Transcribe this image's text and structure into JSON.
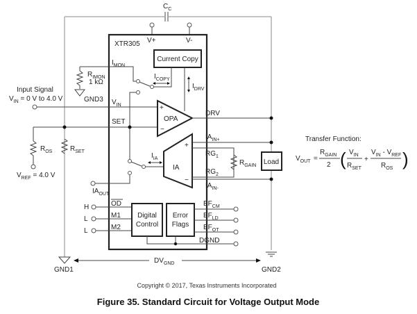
{
  "figure": {
    "caption": "Figure 35.  Standard Circuit for Voltage Output Mode",
    "copyright": "Copyright © 2017, Texas Instruments Incorporated"
  },
  "chip": {
    "name": "XTR305",
    "supply_pins": [
      {
        "label": "V+"
      },
      {
        "label": "V-"
      }
    ],
    "blocks": {
      "current_copy": "Current Copy",
      "opa": "OPA",
      "ia": "IA",
      "digital_control_line1": "Digital",
      "digital_control_line2": "Control",
      "error_flags_line1": "Error",
      "error_flags_line2": "Flags"
    },
    "pins_left": {
      "imon": {
        "main": "I",
        "sub": "MON"
      },
      "vin": {
        "main": "V",
        "sub": "IN"
      },
      "set": {
        "main": "SET",
        "sub": ""
      },
      "iaout": {
        "main": "IA",
        "sub": "OUT"
      },
      "od": {
        "main": "OD",
        "sub": ""
      },
      "m1": {
        "main": "M1",
        "sub": ""
      },
      "m2": {
        "main": "M2",
        "sub": ""
      }
    },
    "pins_right": {
      "drv": {
        "main": "DRV",
        "sub": ""
      },
      "iain_plus": {
        "main": "IA",
        "sub": "IN+"
      },
      "rg1": {
        "main": "RG",
        "sub": "1"
      },
      "rg2": {
        "main": "RG",
        "sub": "2"
      },
      "iain_minus": {
        "main": "IA",
        "sub": "IN-"
      },
      "efcm": {
        "main": "EF",
        "sub": "CM"
      },
      "efld": {
        "main": "EF",
        "sub": "LD"
      },
      "efot": {
        "main": "EF",
        "sub": "OT"
      },
      "dgnd": {
        "main": "DGND",
        "sub": ""
      }
    },
    "internal": {
      "icopy": {
        "main": "I",
        "sub": "COPY"
      },
      "idrv": {
        "main": "I",
        "sub": "DRV"
      },
      "iia": {
        "main": "I",
        "sub": "IA"
      },
      "opa_plus": "+",
      "opa_minus": "−",
      "ia_plus": "+",
      "ia_minus": "−"
    }
  },
  "external": {
    "cc": {
      "main": "C",
      "sub": "C"
    },
    "rimon": {
      "main": "R",
      "sub": "IMON",
      "value": "1 kΩ"
    },
    "gnd3": "GND3",
    "input_signal_title": "Input Signal",
    "input_signal": {
      "main": "V",
      "sub": "IN",
      "rest": " = 0 V to 4.0 V"
    },
    "ros": {
      "main": "R",
      "sub": "OS"
    },
    "rset": {
      "main": "R",
      "sub": "SET"
    },
    "vref": {
      "main": "V",
      "sub": "REF",
      "rest": " = 4.0 V"
    },
    "rgain": {
      "main": "R",
      "sub": "GAIN"
    },
    "load": "Load",
    "logic_levels": {
      "od": "H",
      "m1": "L",
      "m2": "L"
    },
    "gnd1": "GND1",
    "gnd2": "GND2",
    "dvgnd": {
      "main": "DV",
      "sub": "GND"
    }
  },
  "transfer_function": {
    "title": "Transfer Function:",
    "lhs": {
      "main": "V",
      "sub": "OUT"
    },
    "eq": "=",
    "frac1_num": {
      "main": "R",
      "sub": "GAIN"
    },
    "frac1_den": "2",
    "paren_open": "(",
    "frac2_num": {
      "main": "V",
      "sub": "IN"
    },
    "frac2_den": {
      "main": "R",
      "sub": "SET"
    },
    "plus": "+",
    "frac3_num_a": {
      "main": "V",
      "sub": "IN"
    },
    "frac3_num_minus": " - ",
    "frac3_num_b": {
      "main": "V",
      "sub": "REF"
    },
    "frac3_den": {
      "main": "R",
      "sub": "OS"
    },
    "paren_close": ")"
  }
}
